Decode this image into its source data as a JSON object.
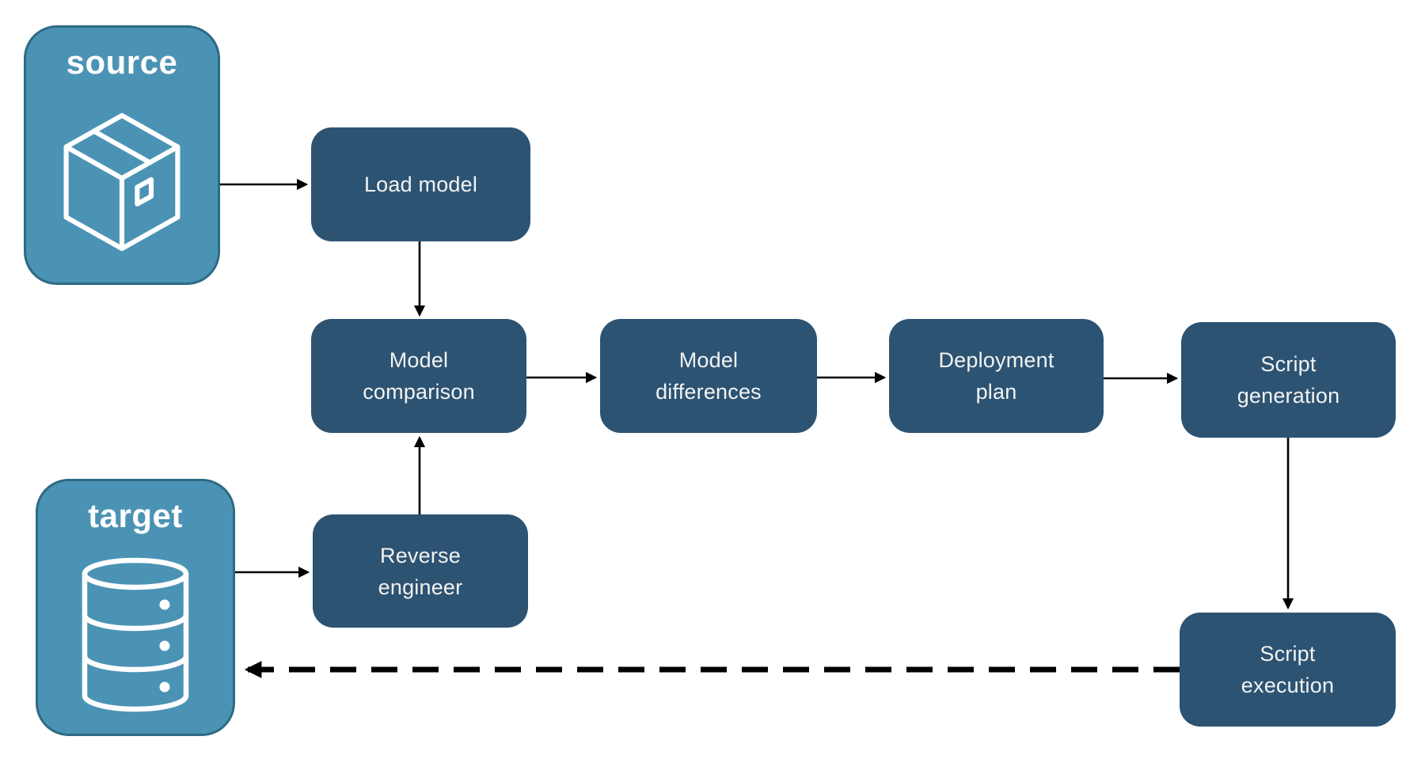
{
  "diagram": {
    "endpoints": {
      "source": {
        "label": "source",
        "icon": "package-icon"
      },
      "target": {
        "label": "target",
        "icon": "database-icon"
      }
    },
    "nodes": {
      "load_model": {
        "label": "Load model"
      },
      "model_comparison": {
        "label": "Model\ncomparison"
      },
      "model_differences": {
        "label": "Model\ndifferences"
      },
      "deployment_plan": {
        "label": "Deployment\nplan"
      },
      "script_generation": {
        "label": "Script\ngeneration"
      },
      "reverse_engineer": {
        "label": "Reverse\nengineer"
      },
      "script_execution": {
        "label": "Script\nexecution"
      }
    },
    "edges": [
      {
        "from": "source",
        "to": "load_model",
        "style": "solid"
      },
      {
        "from": "load_model",
        "to": "model_comparison",
        "style": "solid"
      },
      {
        "from": "model_comparison",
        "to": "model_differences",
        "style": "solid"
      },
      {
        "from": "model_differences",
        "to": "deployment_plan",
        "style": "solid"
      },
      {
        "from": "deployment_plan",
        "to": "script_generation",
        "style": "solid"
      },
      {
        "from": "script_generation",
        "to": "script_execution",
        "style": "solid"
      },
      {
        "from": "target",
        "to": "reverse_engineer",
        "style": "solid"
      },
      {
        "from": "reverse_engineer",
        "to": "model_comparison",
        "style": "solid"
      },
      {
        "from": "script_execution",
        "to": "target",
        "style": "dashed"
      }
    ],
    "colors": {
      "node_fill": "#2d5373",
      "node_text": "#f2f3f1",
      "endpoint_fill": "#4b93b4",
      "endpoint_border": "#2e6a85",
      "endpoint_text": "#ffffff",
      "arrow": "#000000",
      "background": "#ffffff"
    }
  }
}
